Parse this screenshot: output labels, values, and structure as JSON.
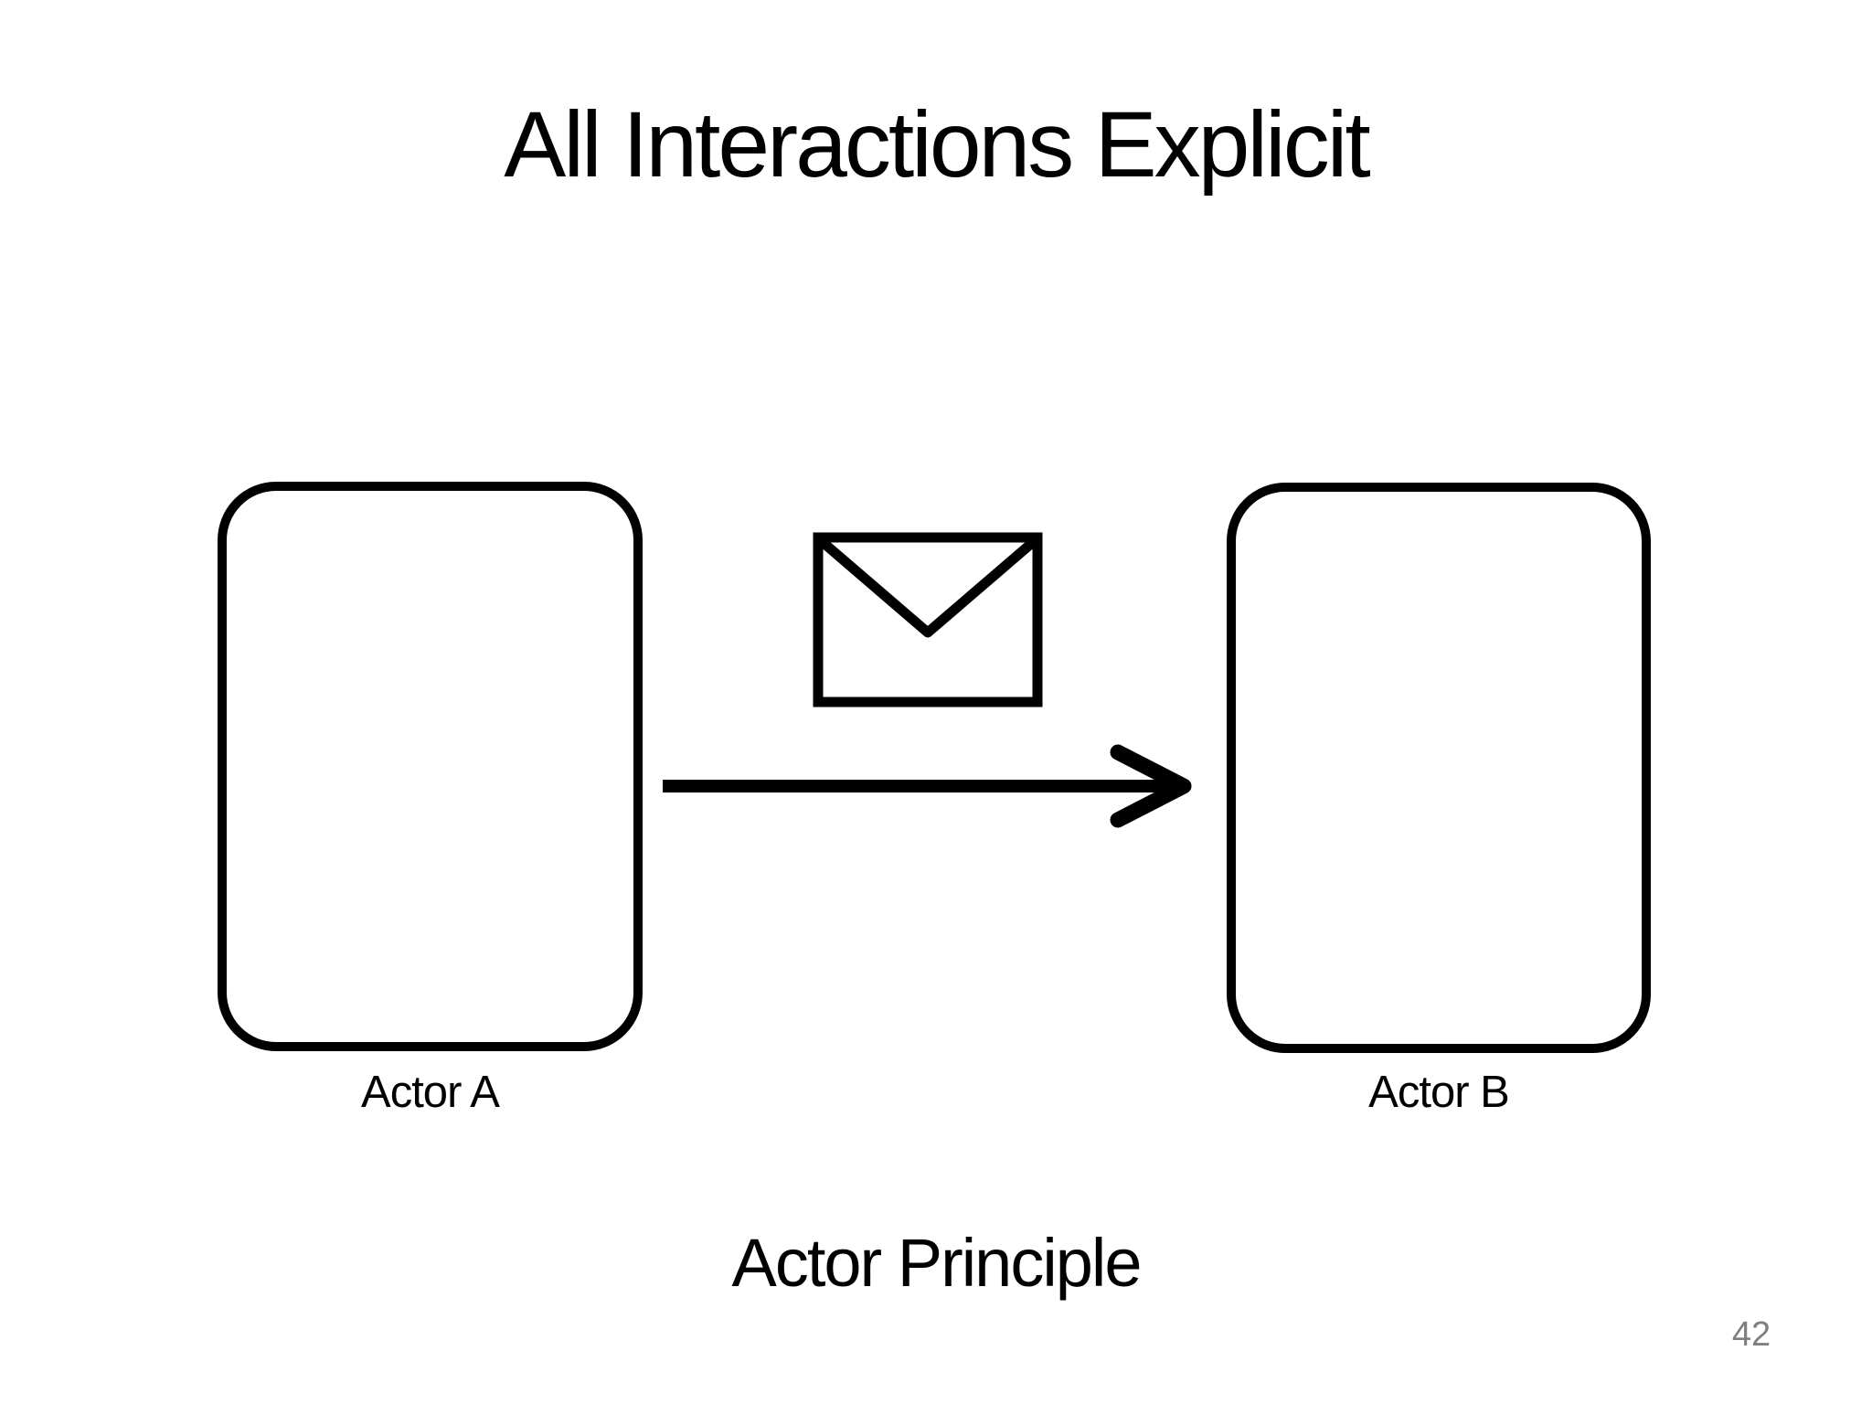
{
  "slide": {
    "title": "All Interactions Explicit",
    "caption": "Actor Principle",
    "page_number": "42"
  },
  "diagram": {
    "actor_a": {
      "label": "Actor A"
    },
    "actor_b": {
      "label": "Actor B"
    },
    "message": {
      "icon": "envelope-icon",
      "arrow_direction": "left-to-right"
    }
  },
  "colors": {
    "background": "#ffffff",
    "ink": "#000000",
    "page_number": "#7f7f7f"
  }
}
